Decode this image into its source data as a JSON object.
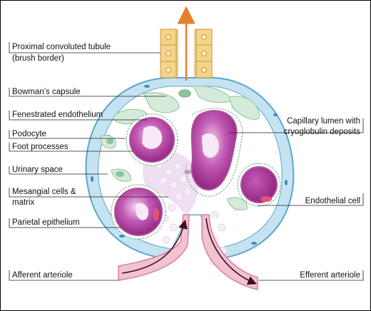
{
  "labels": {
    "proximal_tubule_1": "Proximal convoluted tubule",
    "proximal_tubule_2": "(brush border)",
    "bowmans_capsule": "Bowman’s capsule",
    "fenestrated_endothelium": "Fenestrated endothelium",
    "podocyte": "Podocyte",
    "foot_processes": "Foot processes",
    "urinary_space": "Urinary space",
    "mesangial_1": "Mesangial cells &",
    "mesangial_2": "matrix",
    "parietal_epithelium": "Parietal epithelium",
    "afferent_arteriole": "Afferent arteriole",
    "capillary_lumen_1": "Capillary lumen with",
    "capillary_lumen_2": "cryoglobulin deposits",
    "endothelial_cell": "Endothelial cell",
    "efferent_arteriole": "Efferent arteriole"
  },
  "colors": {
    "capsule_blue": "#b9dcee",
    "capsule_outline": "#5aa7cf",
    "tubule_cell": "#f5d389",
    "arrow_orange": "#e2802c",
    "podocyte_green": "#d4ebd9",
    "podocyte_nucleus": "#8bc49a",
    "capillary_magenta": "#a0268c",
    "capillary_light": "#d98ad0",
    "mesangial_lilac": "#efe0f1",
    "arteriole_pink": "#dd7d99",
    "flow_arrow": "#4a1030"
  }
}
